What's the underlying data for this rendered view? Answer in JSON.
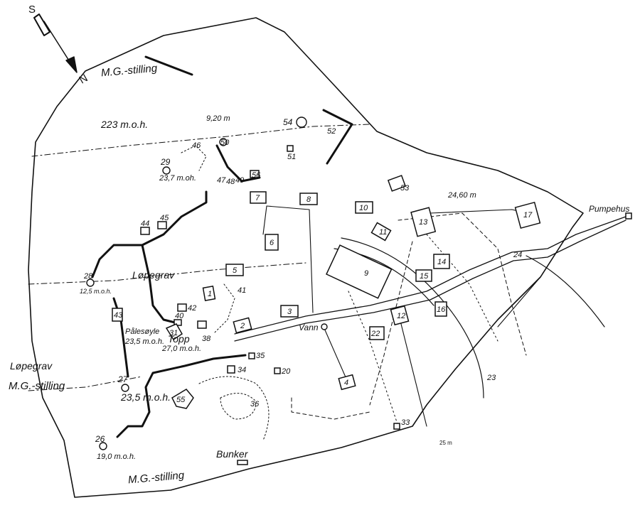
{
  "compass": {
    "south": "S",
    "north": "N"
  },
  "labels": {
    "mg_top": "M.G.-stilling",
    "mg_left": "M.G.-stilling",
    "mg_bottom": "M.G.-stilling",
    "elev_223": "223 m.o.h.",
    "elev_29": "23,7 m.oh.",
    "elev_27": "23,5 m.o.h.",
    "elev_26": "19,0 m.o.h.",
    "elev_28": "12,5 m.o.h.",
    "elev_topp": "27,0 m.o.h.",
    "elev_pailesoyle": "23,5 m.o.h.",
    "lopegrav_1": "Løpegrav",
    "lopegrav_2": "Løpegrav",
    "pailesoyle": "Pålesøyle",
    "topp": "Topp",
    "vann": "Vann",
    "bunker": "Bunker",
    "pumpehus": "Pumpehus",
    "note_top": "9,20 m",
    "note_right": "24,60 m",
    "note_bottom": "25 m"
  },
  "points": {
    "p54": "54",
    "p29": "29",
    "p28": "28",
    "p27": "27",
    "p26": "26"
  },
  "buildings": {
    "b1": "1",
    "b2": "2",
    "b3": "3",
    "b4": "4",
    "b5": "5",
    "b6": "6",
    "b7": "7",
    "b8": "8",
    "b9": "9",
    "b10": "10",
    "b11": "11",
    "b12": "12",
    "b13": "13",
    "b14": "14",
    "b15": "15",
    "b16": "16",
    "b17": "17",
    "b20": "20",
    "b22": "22",
    "b23": "23",
    "b24": "24",
    "b31": "31",
    "b33": "33",
    "b34": "34",
    "b35": "35",
    "b36": "36",
    "b38": "38",
    "b40": "40",
    "b41": "41",
    "b42": "42",
    "b43": "43",
    "b44": "44",
    "b45": "45",
    "b46": "46",
    "b47": "47",
    "b48": "48",
    "b49": "49",
    "b50": "50",
    "b51": "51",
    "b52": "52",
    "b53": "53",
    "b55": "55",
    "b56": "56"
  }
}
